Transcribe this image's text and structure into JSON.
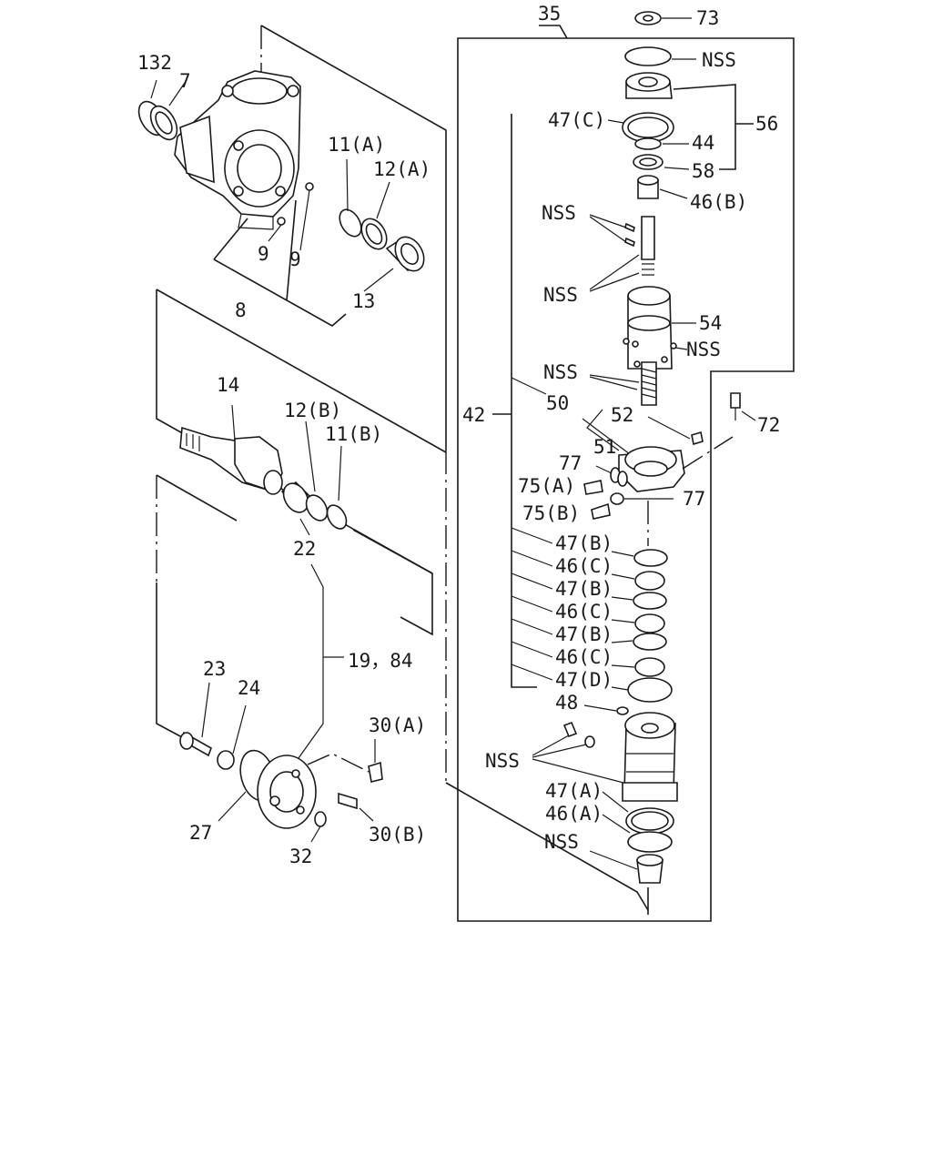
{
  "labels": {
    "l132": "132",
    "l7": "7",
    "l11a": "11(A)",
    "l12a": "12(A)",
    "l9a": "9",
    "l9b": "9",
    "l8": "8",
    "l13": "13",
    "l14": "14",
    "l12b": "12(B)",
    "l11b": "11(B)",
    "l22": "22",
    "l1984": "19，84",
    "l23": "23",
    "l24": "24",
    "l30a": "30(A)",
    "l27": "27",
    "l32": "32",
    "l30b": "30(B)",
    "l35": "35",
    "l73": "73",
    "nss1": "NSS",
    "l47c": "47(C)",
    "l56": "56",
    "l44": "44",
    "l58": "58",
    "l46b": "46(B)",
    "nss2": "NSS",
    "nss3": "NSS",
    "l54": "54",
    "nss4": "NSS",
    "nss5": "NSS",
    "l42": "42",
    "l50": "50",
    "l52": "52",
    "l72": "72",
    "l51": "51",
    "l77a": "77",
    "l75a": "75(A)",
    "l77b": "77",
    "l75b": "75(B)",
    "l47b1": "47(B)",
    "l46c1": "46(C)",
    "l47b2": "47(B)",
    "l46c2": "46(C)",
    "l47b3": "47(B)",
    "l46c3": "46(C)",
    "l47d": "47(D)",
    "l48": "48",
    "nss6": "NSS",
    "l47a": "47(A)",
    "l46a": "46(A)",
    "nss7": "NSS"
  }
}
